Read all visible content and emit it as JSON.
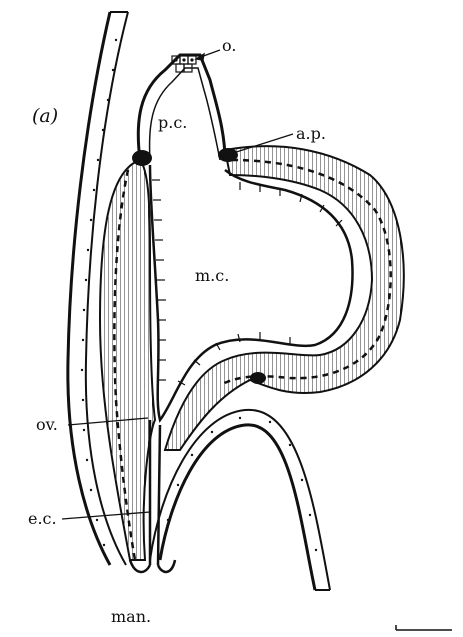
{
  "figure": {
    "panel_label": "(a)",
    "labels": {
      "opening": "o.",
      "upper_chamber": "p.c.",
      "pad_marker": "a.p.",
      "main_chamber": "m.c.",
      "lower_marker": "ov.",
      "cell_marker": "e.c.",
      "base": "man."
    },
    "colors": {
      "ink": "#111111",
      "paper": "#ffffff"
    }
  }
}
